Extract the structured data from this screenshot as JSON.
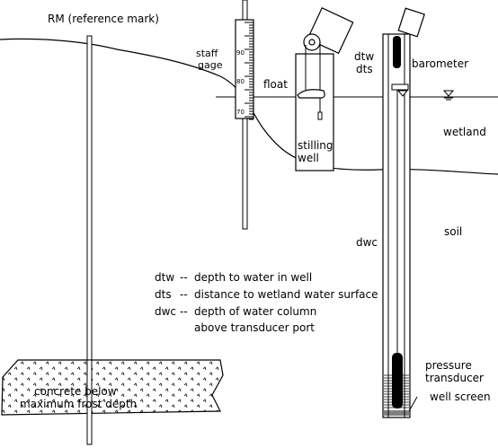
{
  "labels": {
    "rm": "RM (reference mark)",
    "staff_gage_line1": "staff",
    "staff_gage_line2": "gage",
    "float": "float",
    "stilling_well_line1": "stilling",
    "stilling_well_line2": "well",
    "dtw": "dtw",
    "dts": "dts",
    "barometer": "barometer",
    "wetland": "wetland",
    "soil": "soil",
    "dwc": "dwc",
    "pressure_transducer_line1": "pressure",
    "pressure_transducer_line2": "transducer",
    "well_screen": "well screen",
    "concrete_line1": "concrete below",
    "concrete_line2": "maximum frost depth"
  },
  "staff_gage_ticks": [
    "90",
    "80",
    "70"
  ],
  "legend": [
    {
      "abbr": "dtw",
      "sep": "--",
      "text": "depth to water in well"
    },
    {
      "abbr": "dts",
      "sep": "--",
      "text": "distance to wetland water surface"
    },
    {
      "abbr": "dwc",
      "sep": "--",
      "text": "depth of water column"
    }
  ],
  "legend_continuation": "above transducer port"
}
